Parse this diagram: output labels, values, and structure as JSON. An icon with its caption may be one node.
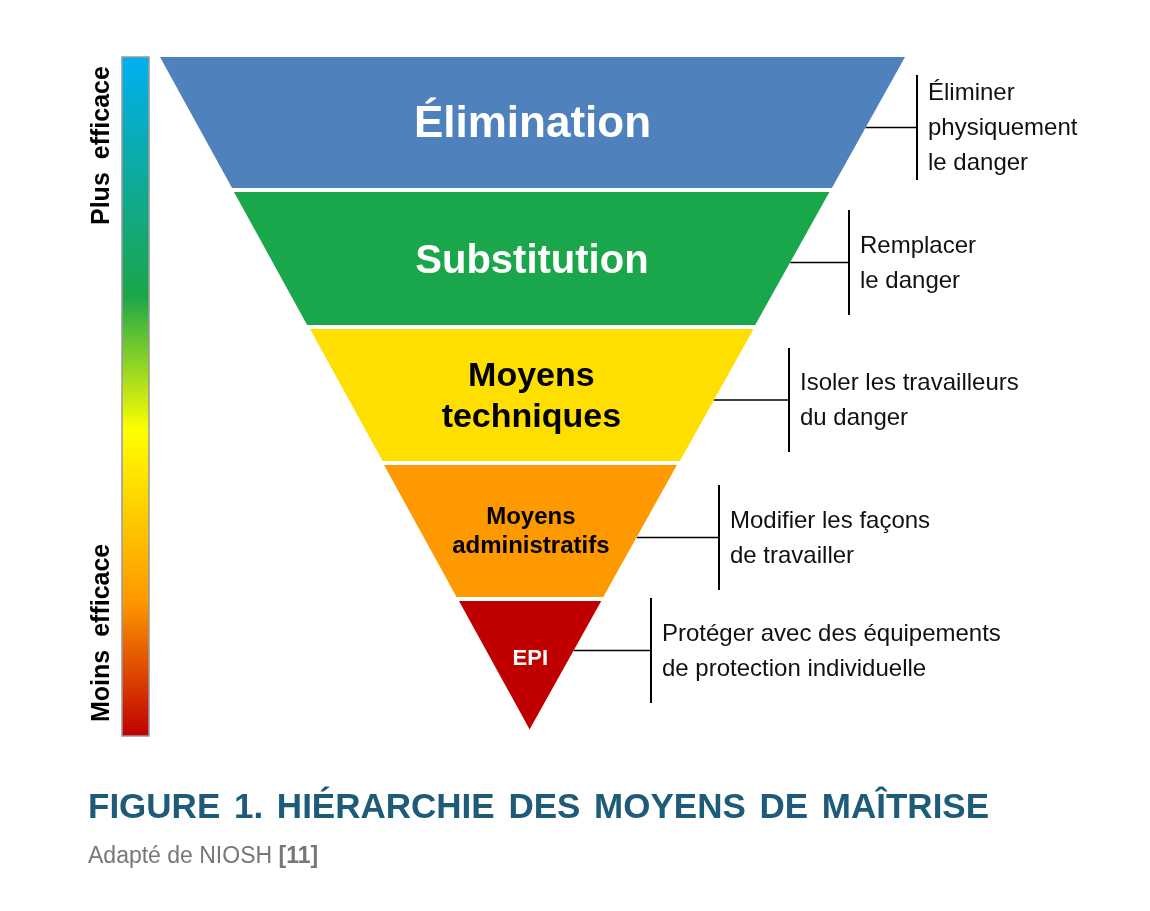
{
  "diagram": {
    "title": "FIGURE 1. HIÉRARCHIE DES MOYENS DE MAÎTRISE",
    "caption": "Adapté de NIOSH **[11]**",
    "nodes": [
      {
        "text": [
          "Élimination"
        ]
      },
      {
        "text": [
          "Substitution"
        ]
      },
      {
        "text": [
          "Moyens techniques"
        ]
      },
      {
        "text": [
          "Moyens administratifs"
        ]
      },
      {
        "text": [
          "EPI"
        ]
      },
      {
        "text": [
          "Éliminer physiquement le danger"
        ]
      },
      {
        "text": [
          "Remplacer le danger"
        ]
      },
      {
        "text": [
          "Isoler les travailleurs du danger"
        ]
      },
      {
        "text": [
          "Modifier les façons de travailler"
        ]
      },
      {
        "text": [
          "Protéger avec des équipements de protection individuelle"
        ]
      }
    ],
    "edges": [
      {
        "from": 5,
        "to": 0,
        "arrow": "none"
      },
      {
        "from": 6,
        "to": 1,
        "arrow": "none"
      },
      {
        "from": 7,
        "to": 2,
        "arrow": "none"
      },
      {
        "from": 8,
        "to": 3,
        "arrow": "none"
      },
      {
        "from": 9,
        "to": 4,
        "arrow": "none"
      }
    ],
    "labels": [
      "Plus efficace",
      "Moins efficace"
    ]
  }
}
